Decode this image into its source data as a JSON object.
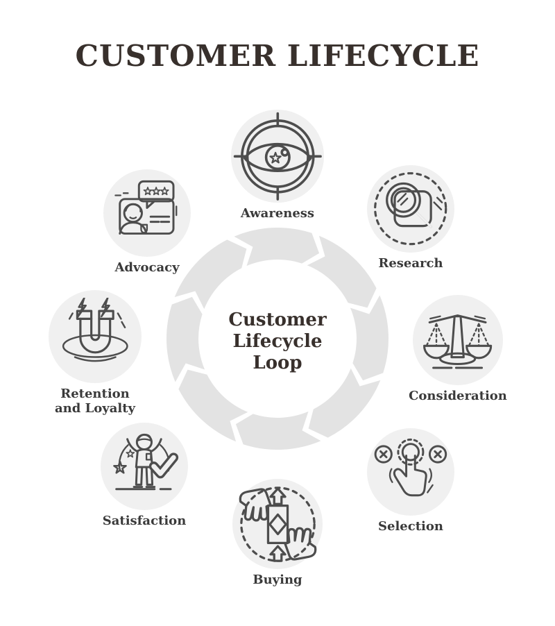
{
  "title": "CUSTOMER LIFECYCLE",
  "center": {
    "lines": [
      "Customer",
      "Lifecycle",
      "Loop"
    ]
  },
  "stages": [
    {
      "label": "Awareness",
      "icon": "eye-target-icon"
    },
    {
      "label": "Research",
      "icon": "magnifier-search-icon"
    },
    {
      "label": "Consideration",
      "icon": "balance-scales-icon"
    },
    {
      "label": "Selection",
      "icon": "tap-select-icon"
    },
    {
      "label": "Buying",
      "icon": "money-exchange-icon"
    },
    {
      "label": "Satisfaction",
      "icon": "celebrating-person-icon"
    },
    {
      "label": "Retention and Loyalty",
      "icon": "magnet-icon"
    },
    {
      "label": "Advocacy",
      "icon": "review-speech-bubble-icon"
    }
  ],
  "ring": {
    "segments": 8,
    "direction": "clockwise"
  },
  "colors": {
    "background": "#ffffff",
    "ring": "#e3e3e3",
    "bubble": "#f0f0f0",
    "stroke": "#4d4d4d",
    "title_text": "#38302c",
    "label_text": "#3a3a3a"
  }
}
